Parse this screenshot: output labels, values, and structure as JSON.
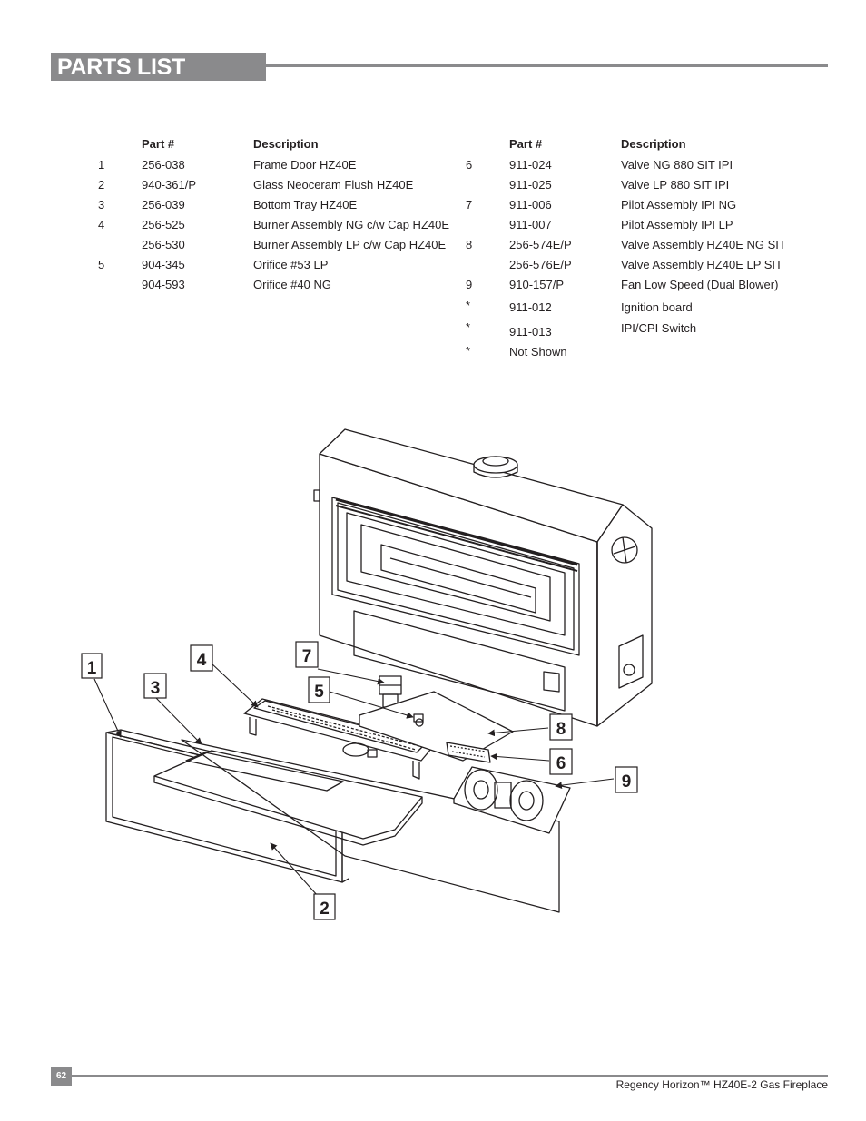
{
  "header": {
    "title": "PARTS LIST"
  },
  "left_table": {
    "col_part": "Part #",
    "col_desc": "Description",
    "rows": [
      {
        "num": "1",
        "part": "256-038",
        "desc": "Frame Door HZ40E"
      },
      {
        "num": "2",
        "part": "940-361/P",
        "desc": "Glass Neoceram Flush HZ40E"
      },
      {
        "num": "3",
        "part": "256-039",
        "desc": "Bottom Tray HZ40E"
      },
      {
        "num": "4",
        "part": "256-525",
        "desc": "Burner Assembly NG c/w Cap HZ40E"
      },
      {
        "num": "",
        "part": "256-530",
        "desc": "Burner Assembly LP c/w Cap HZ40E"
      },
      {
        "num": "5",
        "part": "904-345",
        "desc": "Orifice #53  LP"
      },
      {
        "num": "",
        "part": "904-593",
        "desc": "Orifice #40  NG"
      }
    ]
  },
  "right_table": {
    "col_part": "Part #",
    "col_desc": "Description",
    "rows": [
      {
        "num": "6",
        "part": "911-024",
        "desc": "Valve NG 880 SIT IPI"
      },
      {
        "num": "",
        "part": "911-025",
        "desc": "Valve LP 880 SIT IPI"
      },
      {
        "num": "7",
        "part": "911-006",
        "desc": "Pilot Assembly IPI NG"
      },
      {
        "num": "",
        "part": "911-007",
        "desc": "Pilot Assembly IPI LP"
      },
      {
        "num": "8",
        "part": "256-574E/P",
        "desc": "Valve Assembly HZ40E NG SIT"
      },
      {
        "num": "",
        "part": "256-576E/P",
        "desc": "Valve Assembly HZ40E LP SIT"
      },
      {
        "num": "9",
        "part": "910-157/P",
        "desc": "Fan Low Speed (Dual Blower)"
      },
      {
        "num": "*",
        "part": "911-012",
        "desc": "Ignition board"
      },
      {
        "num": "*",
        "part": "911-013",
        "desc": "IPI/CPI Switch"
      },
      {
        "num": "*",
        "part": "Not Shown",
        "desc": ""
      }
    ]
  },
  "callouts": [
    "1",
    "2",
    "3",
    "4",
    "5",
    "6",
    "7",
    "8",
    "9"
  ],
  "footer": {
    "page": "62",
    "title": "Regency Horizon™ HZ40E-2 Gas Fireplace"
  }
}
